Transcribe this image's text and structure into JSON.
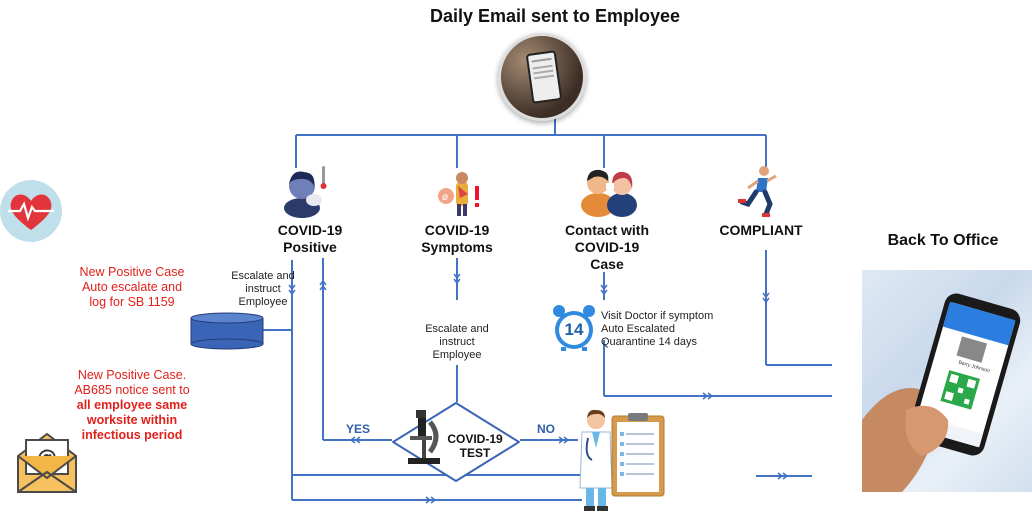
{
  "title": "Daily Email sent to Employee",
  "back_to_office": "Back To Office",
  "nodes": {
    "positive": [
      "COVID-19",
      "Positive"
    ],
    "symptoms": [
      "COVID-19",
      "Symptoms"
    ],
    "contact": [
      "Contact with",
      "COVID-19",
      "Case"
    ],
    "compliant": "COMPLIANT"
  },
  "escalate_left": [
    "Escalate and",
    "instruct",
    "Employee"
  ],
  "escalate_mid": [
    "Escalate and",
    "instruct",
    "Employee"
  ],
  "visit_doctor": [
    "Visit Doctor if symptom",
    "Auto Escalated",
    "Quarantine 14 days"
  ],
  "calendar_days": "14",
  "new_case_log": [
    "New Positive Case",
    "Auto escalate and",
    "log for SB 1159"
  ],
  "ab685": {
    "line1": "New Positive Case.",
    "line2": "AB685 notice sent to",
    "bold": [
      "all employee same",
      "worksite within",
      "infectious period"
    ]
  },
  "test": [
    "COVID-19",
    "TEST"
  ],
  "yes": "YES",
  "no": "NO",
  "phone_screen": {
    "name": "Barry Johnson"
  },
  "colors": {
    "line": "#4472c4",
    "red": "#e0211c",
    "db": "#3a64b5"
  }
}
